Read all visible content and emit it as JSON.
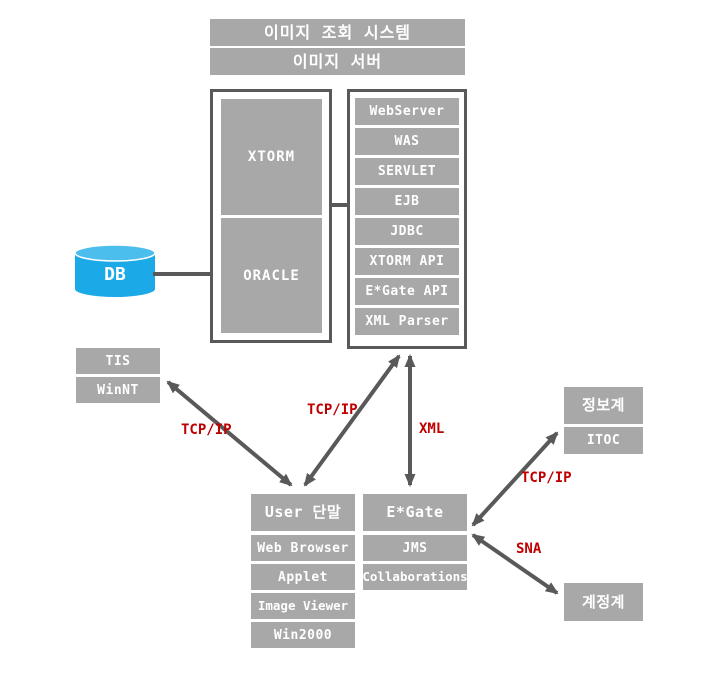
{
  "diagram": {
    "titles": {
      "system": "이미지 조회 시스템",
      "server": "이미지 서버"
    },
    "server_group": {
      "boxes": [
        "XTORM",
        "ORACLE"
      ]
    },
    "api_stack": {
      "boxes": [
        "WebServer",
        "WAS",
        "SERVLET",
        "EJB",
        "JDBC",
        "XTORM API",
        "E*Gate API",
        "XML Parser"
      ]
    },
    "db": {
      "label": "DB"
    },
    "tis_stack": {
      "boxes": [
        "TIS",
        "WinNT"
      ]
    },
    "user_stack": {
      "boxes": [
        "User 단말",
        "Web Browser",
        "Applet",
        "Image Viewer",
        "Win2000"
      ]
    },
    "egate_stack": {
      "boxes": [
        "E*Gate",
        "JMS",
        "Collaborations"
      ]
    },
    "info_stack": {
      "boxes": [
        "정보계",
        "ITOC"
      ]
    },
    "account_box": {
      "label": "계정계"
    },
    "edge_labels": {
      "tis_user": "TCP/IP",
      "server_user": "TCP/IP",
      "server_egate": "XML",
      "egate_info": "TCP/IP",
      "egate_account": "SNA"
    },
    "colors": {
      "box_gray": "#A8A8A8",
      "line_gray": "#595959",
      "label_red": "#C00000",
      "db_blue": "#1BA9E8",
      "db_top_blue": "#4CBEEE"
    }
  }
}
